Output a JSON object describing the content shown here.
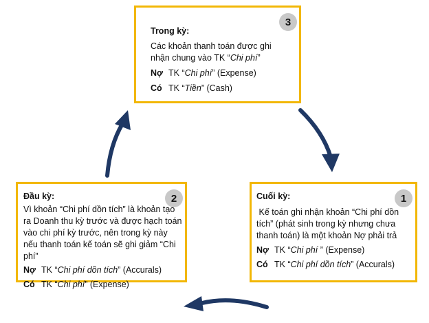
{
  "colors": {
    "box_border": "#f2b705",
    "badge": "#c8c8c8",
    "arrow": "#1f3864"
  },
  "box3": {
    "number": "3",
    "title": "Trong kỳ:",
    "desc_pre": "Các khoản thanh toán được ghi nhận chung vào TK “",
    "desc_em": "Chi phí",
    "desc_post": "”",
    "debit_key": "Nợ",
    "debit_pre": "TK “",
    "debit_em": "Chi phí",
    "debit_post": "” (Expense)",
    "credit_key": "Có",
    "credit_pre": "TK “",
    "credit_em": "Tiền",
    "credit_post": "” (Cash)"
  },
  "box2": {
    "number": "2",
    "title": "Đầu kỳ:",
    "desc": "Vì khoản “Chi phí dồn tích” là khoản tạo ra Doanh thu kỳ trước và được hạch toán vào chi phí kỳ trước, nên trong kỳ này nếu thanh toán kế toán sẽ ghi giảm “Chi phí”",
    "debit_key": "Nợ",
    "debit_pre": "TK “",
    "debit_em": "Chi phí dồn tích",
    "debit_post": "” (Accurals)",
    "credit_key": "Có",
    "credit_pre": "TK “",
    "credit_em": "Chi phí",
    "credit_post": "” (Expense)"
  },
  "box1": {
    "number": "1",
    "title": "Cuối kỳ:",
    "desc": " Kế toán ghi nhận khoản “Chi phí dồn tích” (phát sinh trong kỳ nhưng chưa thanh toán) là một khoản Nợ phải trả",
    "debit_key": "Nợ",
    "debit_pre": "TK “",
    "debit_em": "Chi phí ",
    "debit_post": "” (Expense)",
    "credit_key": "Có",
    "credit_pre": "TK “",
    "credit_em": "Chi phí dồn tích",
    "credit_post": "” (Accurals)"
  }
}
